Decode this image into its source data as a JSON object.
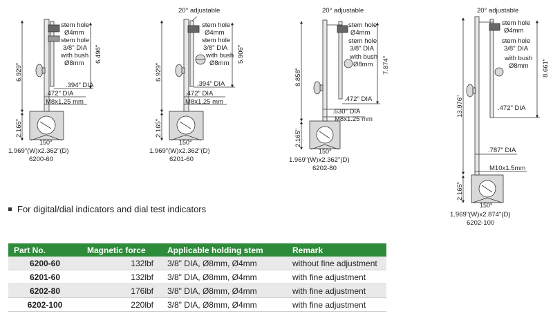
{
  "drawings": [
    {
      "id": "6200-60",
      "adjustable": "",
      "labels": [
        "stem hole",
        "Ø4mm",
        "stem hole",
        "3/8\" DIA",
        "with bush",
        "Ø8mm"
      ],
      "dims": [
        {
          "text": "6.929\""
        },
        {
          "text": "6.496\""
        },
        {
          "text": ".394\" DIA"
        },
        {
          "text": ".472\" DIA"
        },
        {
          "text": "M8x1.25 mm"
        },
        {
          "text": "2.165\""
        },
        {
          "text": "150°"
        }
      ],
      "base": "1.969\"(W)x2.362\"(D)",
      "model": "6200-60"
    },
    {
      "id": "6201-60",
      "adjustable": "20° adjustable",
      "labels": [
        "stem hole",
        "Ø4mm",
        "stem hole",
        "3/8\" DIA",
        "with bush",
        "Ø8mm"
      ],
      "dims": [
        {
          "text": "6.929\""
        },
        {
          "text": "5.906\""
        },
        {
          "text": ".394\" DIA"
        },
        {
          "text": ".472\" DIA"
        },
        {
          "text": "M8x1.25 mm"
        },
        {
          "text": "2.165\""
        },
        {
          "text": "150°"
        }
      ],
      "base": "1.969\"(W)x2.362\"(D)",
      "model": "6201-60"
    },
    {
      "id": "6202-80",
      "adjustable": "20° adjustable",
      "labels": [
        "stem hole",
        "Ø4mm",
        "stem hole",
        "3/8\" DIA",
        "with bush",
        "Ø8mm"
      ],
      "dims": [
        {
          "text": "8.858\""
        },
        {
          "text": "7.874\""
        },
        {
          "text": ".472\" DIA"
        },
        {
          "text": ".630\" DIA"
        },
        {
          "text": "M8x1.25 mm"
        },
        {
          "text": "2.165\""
        },
        {
          "text": "150°"
        }
      ],
      "base": "1.969\"(W)x2.362\"(D)",
      "model": "6202-80"
    },
    {
      "id": "6202-100",
      "adjustable": "20° adjustable",
      "labels": [
        "stem hole",
        "Ø4mm",
        "stem hole",
        "3/8\" DIA",
        "with bush",
        "Ø8mm"
      ],
      "dims": [
        {
          "text": "13.976\""
        },
        {
          "text": "8.661\""
        },
        {
          "text": ".472\" DIA"
        },
        {
          "text": ".787\" DIA"
        },
        {
          "text": "M10x1.5mm"
        },
        {
          "text": "2.165\""
        },
        {
          "text": "150°"
        }
      ],
      "base": "1.969\"(W)x2.874\"(D)",
      "model": "6202-100"
    }
  ],
  "note": "For digital/dial indicators and dial test indicators",
  "table": {
    "headers": [
      "Part No.",
      "Magnetic force",
      "Applicable holding stem",
      "Remark"
    ],
    "rows": [
      [
        "6200-60",
        "132lbf",
        "3/8\" DIA, Ø8mm, Ø4mm",
        "without fine adjustment"
      ],
      [
        "6201-60",
        "132lbf",
        "3/8\" DIA, Ø8mm, Ø4mm",
        "with fine adjustment"
      ],
      [
        "6202-80",
        "176lbf",
        "3/8\" DIA, Ø8mm, Ø4mm",
        "with fine adjustment"
      ],
      [
        "6202-100",
        "220lbf",
        "3/8\" DIA, Ø8mm, Ø4mm",
        "with fine adjustment"
      ]
    ]
  },
  "colors": {
    "header_bg": "#2e8b3a",
    "row_alt": "#e9e9e9",
    "metal": "#d9d9d9"
  }
}
